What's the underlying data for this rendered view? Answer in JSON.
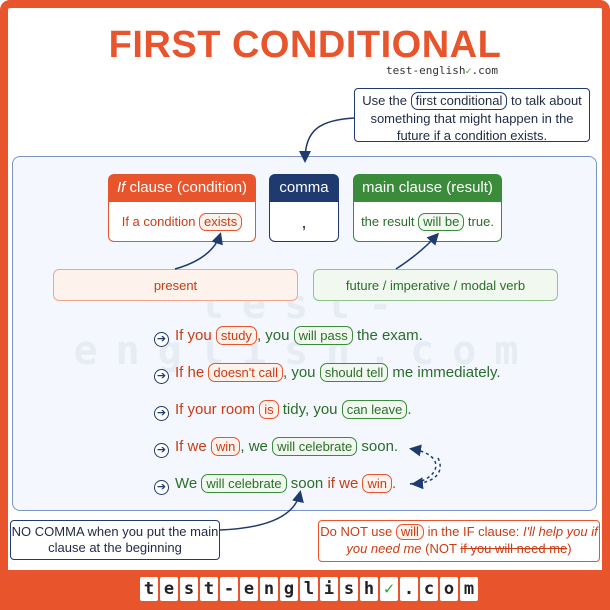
{
  "title": "FIRST CONDITIONAL",
  "brand_small": "test-english",
  "brand_small_suffix": ".com",
  "note_top": {
    "before": "Use the",
    "highlight": "first conditional",
    "after": "to talk about something that might happen in the future if a condition exists."
  },
  "columns": {
    "if_clause": {
      "header_italic": "If",
      "header_rest": " clause (condition)",
      "body_before": "If a condition",
      "body_pill": "exists"
    },
    "comma": {
      "header": "comma",
      "body": ","
    },
    "main_clause": {
      "header": "main clause (result)",
      "body_before": "the result",
      "body_pill": "will be",
      "body_after": "true."
    }
  },
  "labels": {
    "present": "present",
    "future": "future / imperative / modal verb"
  },
  "examples": [
    {
      "a": "If you",
      "b": "study",
      "c": ", you",
      "d": "will pass",
      "e": "the exam."
    },
    {
      "a": "If he",
      "b": "doesn't call",
      "c": ", you",
      "d": "should tell",
      "e": "me immediately."
    },
    {
      "a": "If your room",
      "b": "is",
      "c": "tidy, you",
      "d": "can leave",
      "e": "."
    },
    {
      "a": "If we",
      "b": "win",
      "c": ", we",
      "d": "will celebrate",
      "e": "soon."
    }
  ],
  "example_reversed": {
    "a": "We",
    "b": "will celebrate",
    "c": "soon",
    "d": "if we",
    "e": "win",
    "f": "."
  },
  "note_bottom_left": "NO COMMA when you put the main clause at the beginning",
  "note_bottom_right": {
    "p1": "Do NOT use",
    "pill": "will",
    "p2": "in the IF clause:",
    "italic": "I'll help you if you need me",
    "p3": "(NOT",
    "strike": "if you will need me",
    "p4": ")"
  },
  "footer_logo": [
    "t",
    "e",
    "s",
    "t",
    "-",
    "e",
    "n",
    "g",
    "l",
    "i",
    "s",
    "h",
    "✓",
    ".",
    "c",
    "o",
    "m"
  ],
  "colors": {
    "orange": "#e8542b",
    "navy": "#1f3a6e",
    "green": "#3a8b3a"
  }
}
